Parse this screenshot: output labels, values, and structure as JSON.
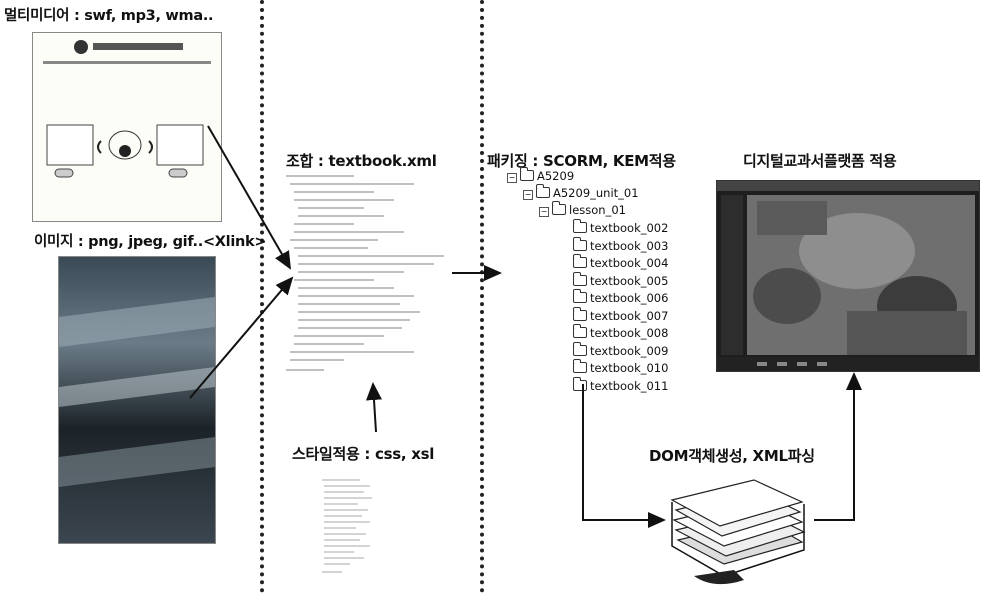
{
  "labels": {
    "multimedia": "멀티미디어 : swf, mp3, wma..",
    "image": "이미지 : png, jpeg, gif..<Xlink>",
    "combine": "조합 : textbook.xml",
    "style": "스타일적용 : css, xsl",
    "packaging": "패키징 : SCORM, KEM적용",
    "platform": "디지털교과서플랫폼 적용",
    "dom": "DOM객체생성, XML파싱"
  },
  "tree": {
    "root": "A5209",
    "unit": "A5209_unit_01",
    "lesson": "lesson_01",
    "items": [
      "textbook_002",
      "textbook_003",
      "textbook_004",
      "textbook_005",
      "textbook_006",
      "textbook_007",
      "textbook_008",
      "textbook_009",
      "textbook_010",
      "textbook_011"
    ]
  }
}
